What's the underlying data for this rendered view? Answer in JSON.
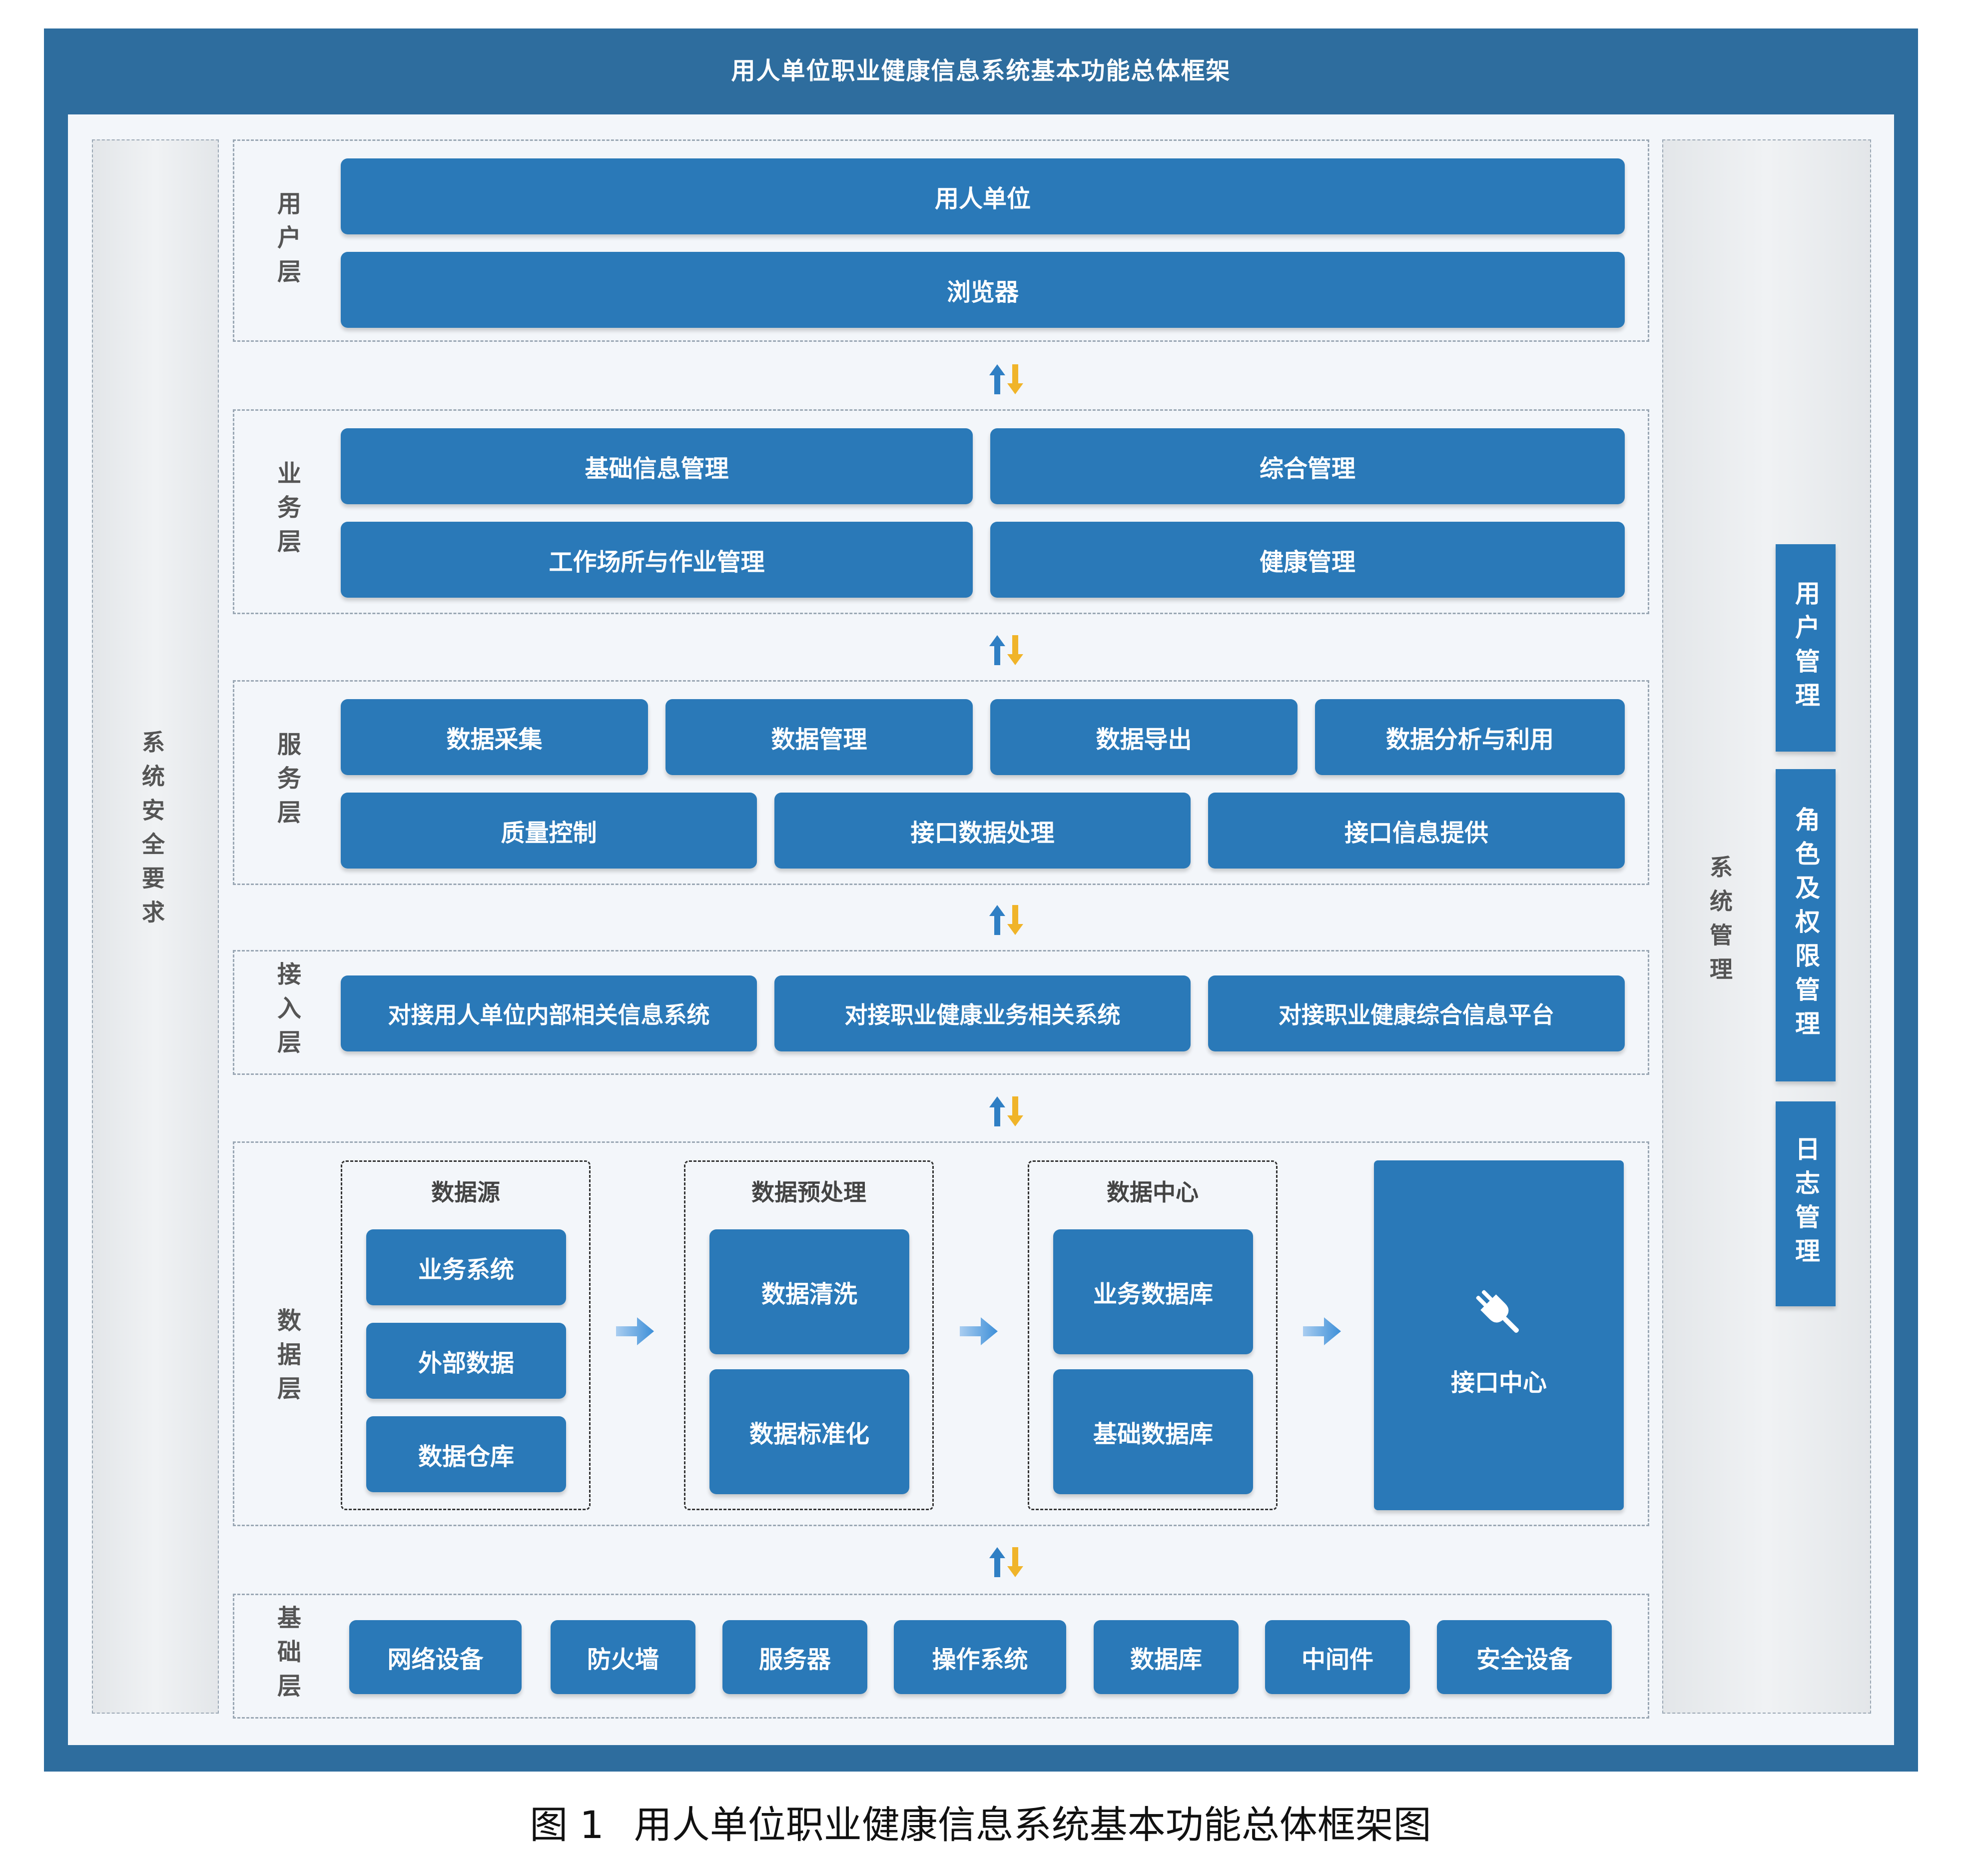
{
  "title": "用人单位职业健康信息系统基本功能总体框架",
  "left_side": "系统安全要求",
  "right_side": "系统管理",
  "right_items": [
    "用户管理",
    "角色及权限管理",
    "日志管理"
  ],
  "layers": {
    "user": {
      "label": "用户层",
      "items": [
        "用人单位",
        "浏览器"
      ]
    },
    "business": {
      "label": "业务层",
      "items": [
        "基础信息管理",
        "综合管理",
        "工作场所与作业管理",
        "健康管理"
      ]
    },
    "service": {
      "label": "服务层",
      "row1": [
        "数据采集",
        "数据管理",
        "数据导出",
        "数据分析与利用"
      ],
      "row2": [
        "质量控制",
        "接口数据处理",
        "接口信息提供"
      ]
    },
    "access": {
      "label": "接入层",
      "items": [
        "对接用人单位内部相关信息系统",
        "对接职业健康业务相关系统",
        "对接职业健康综合信息平台"
      ]
    },
    "data": {
      "label": "数据层",
      "groups": [
        {
          "title": "数据源",
          "items": [
            "业务系统",
            "外部数据",
            "数据仓库"
          ]
        },
        {
          "title": "数据预处理",
          "items": [
            "数据清洗",
            "数据标准化"
          ]
        },
        {
          "title": "数据中心",
          "items": [
            "业务数据库",
            "基础数据库"
          ]
        }
      ],
      "hub": "接口中心",
      "hub_icon": "plug-icon"
    },
    "infra": {
      "label": "基础层",
      "items": [
        "网络设备",
        "防火墙",
        "服务器",
        "操作系统",
        "数据库",
        "中间件",
        "安全设备"
      ]
    }
  },
  "caption": {
    "num": "图 1",
    "text": "用人单位职业健康信息系统基本功能总体框架图"
  },
  "colors": {
    "frame": "#2e6d9e",
    "box": "#2a79b8",
    "up_arrow": "#2f7fc4",
    "down_arrow": "#f0b429"
  }
}
